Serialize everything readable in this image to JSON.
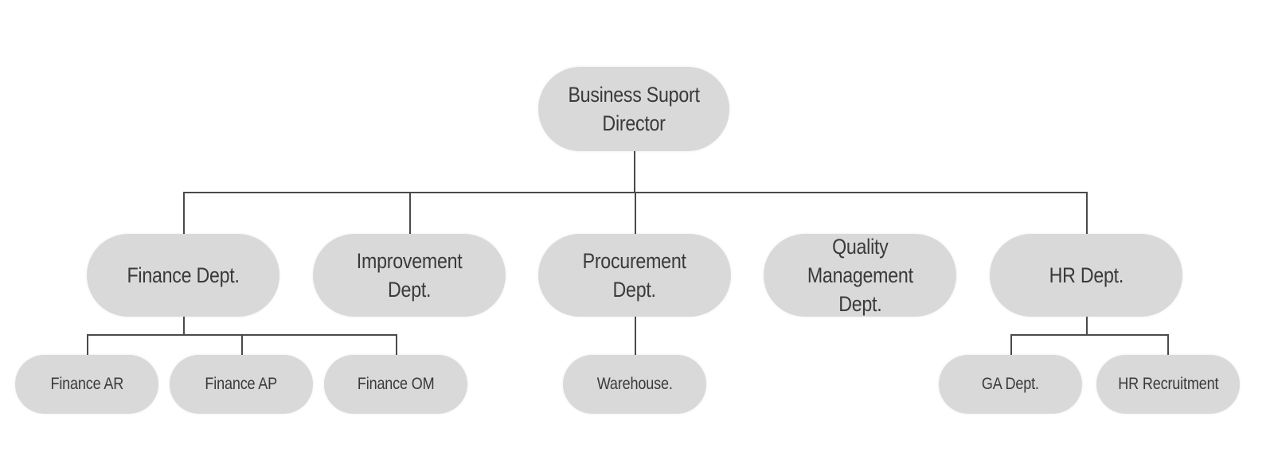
{
  "org_chart": {
    "root": {
      "label": "Business Suport\nDirector"
    },
    "departments": [
      {
        "label": "Finance Dept.",
        "children": [
          "Finance AR",
          "Finance AP",
          "Finance OM"
        ]
      },
      {
        "label": "Improvement\nDept.",
        "children": []
      },
      {
        "label": "Procurement\nDept.",
        "children": [
          "Warehouse."
        ]
      },
      {
        "label": "Quality\nManagement\nDept.",
        "children": []
      },
      {
        "label": "HR Dept.",
        "children": [
          "GA Dept.",
          "HR Recruitment"
        ]
      }
    ]
  },
  "colors": {
    "node_fill": "#d9d9d9",
    "connector": "#4a4a4a",
    "text": "#3a3a3a",
    "background": "#ffffff"
  }
}
